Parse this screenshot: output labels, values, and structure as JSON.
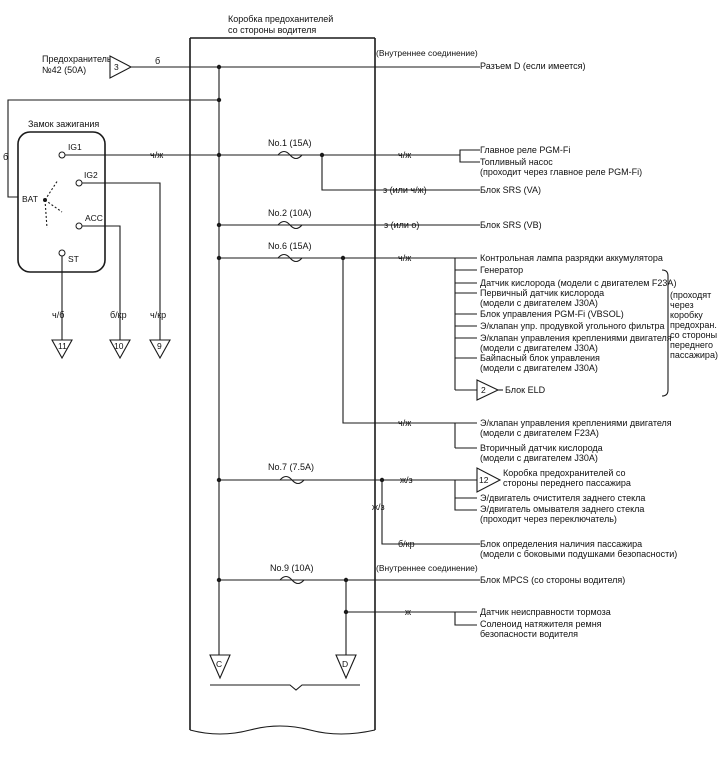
{
  "fusebox": {
    "title_line1": "Коробка предоханителей",
    "title_line2": "со стороны водителя"
  },
  "fuse42": {
    "label_line1": "Предохранитель",
    "label_line2": "№42 (50A)",
    "connector": "3",
    "wire": "б"
  },
  "internal_top": "(Внутреннее соединение)",
  "connector_d": "Разъем D (если имеется)",
  "ignition": {
    "title": "Замок зажигания",
    "wire_left": "б",
    "pins": {
      "ig1": "IG1",
      "ig2": "IG2",
      "bat": "BAT",
      "acc": "ACC",
      "st": "ST"
    },
    "outputs": [
      {
        "wire": "ч/б",
        "connector": "11"
      },
      {
        "wire": "б/кр",
        "connector": "10"
      },
      {
        "wire": "ч/кр",
        "connector": "9"
      }
    ],
    "ig1_wire": "ч/ж"
  },
  "fuses": {
    "no1": "No.1 (15A)",
    "no2": "No.2 (10A)",
    "no6": "No.6 (15A)",
    "no7": "No.7 (7.5A)",
    "no9": "No.9 (10A)"
  },
  "wires": {
    "w1": "ч/ж",
    "w1b": "з (или ч/ж)",
    "w2": "з (или о)",
    "w6": "ч/ж",
    "w6b": "ч/ж",
    "w7": "ж/з",
    "w7v": "ж/з",
    "w7b": "б/кр",
    "w9": "ж"
  },
  "dests": {
    "d1a": "Главное реле PGM-Fi",
    "d1b": "Топливный насос",
    "d1c": "(проходит через главное реле PGM-Fi)",
    "d1d": "Блок SRS (VA)",
    "d2": "Блок SRS (VB)",
    "d6": [
      "Контрольная лампа разрядки аккумулятора",
      "Генератор",
      "Датчик кислорода (модели с двигателем F23A)",
      "Первичный датчик кислорода",
      "(модели с двигателем J30A)",
      "Блок управления PGM-Fi (VBSOL)",
      "Э/клапан упр. продувкой угольного фильтра",
      "Э/клапан управления креплениями двигателя",
      "(модели с двигателем J30A)",
      "Байпасный блок управления",
      "(модели с двигателем J30A)"
    ],
    "elu_connector": "2",
    "elu": "Блок ELD",
    "d6b": [
      "Э/клапан управления креплениями двигателя",
      "(модели с двигателем F23A)",
      "Вторичный датчик кислорода",
      "(модели с двигателем J30A)"
    ],
    "d7_connector": "12",
    "d7": [
      "Коробка предохранителей со",
      "стороны переднего пассажира",
      "Э/двигатель очистителя заднего стекла",
      "Э/двигатель омывателя заднего стекла",
      "(проходит через переключатель)"
    ],
    "d7b": [
      "Блок определения наличия пассажира",
      "(модели с боковыми подушками безопасности)"
    ],
    "internal_bottom": "(Внутреннее соединение)",
    "d9": "Блок MPCS (со стороны водителя)",
    "d9b": [
      "Датчик неисправности тормоза",
      "Соленоид натяжителя ремня",
      "безопасности водителя"
    ]
  },
  "side_note": [
    "(проходят",
    "через",
    "коробку",
    "предохран.",
    "со стороны",
    "переднего",
    "пассажира)"
  ],
  "bottom_connectors": {
    "c": "C",
    "d": "D"
  }
}
